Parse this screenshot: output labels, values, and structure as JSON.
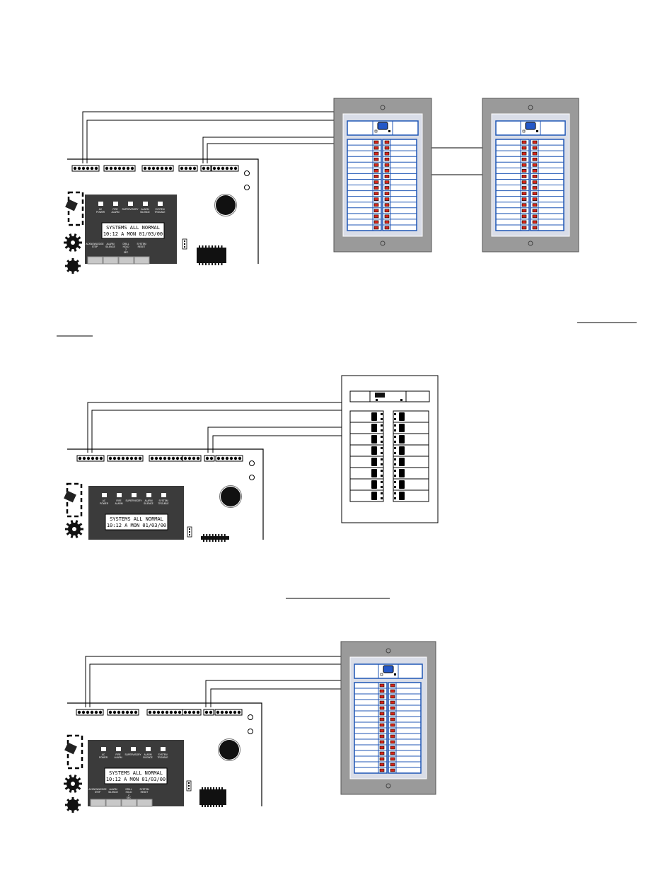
{
  "facp": {
    "lcd_line1": "SYSTEMS ALL NORMAL",
    "lcd_line2": "10:12 A MON 01/03/00",
    "led_labels": [
      "AC POWER",
      "FIRE ALARM",
      "SUPERVISORY",
      "ALARM SILENCE",
      "SYSTEM TROUBLE"
    ],
    "button_labels": [
      "ACKNOWLEDGE STEP",
      "ALARM SILENCE",
      "DRILL HOLD 2 SEC",
      "SYSTEM RESET"
    ]
  },
  "annunciator": {
    "zone_rows": 16,
    "compact_rows": 8,
    "led_color": "#d8261a",
    "frame_color": "#9a9a9a",
    "face_color": "#d9dde8",
    "label_border": "#1f56b5",
    "sel_led_color": "#2458c8"
  }
}
